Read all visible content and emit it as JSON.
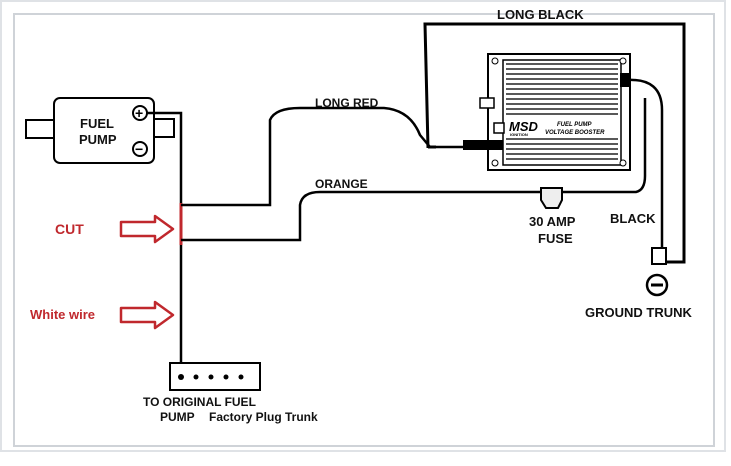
{
  "labels": {
    "long_black": "LONG BLACK",
    "long_red": "LONG RED",
    "orange": "ORANGE",
    "fuse_line1": "30 AMP",
    "fuse_line2": "FUSE",
    "black": "BLACK",
    "ground_trunk": "GROUND TRUNK",
    "fuel_pump_line1": "FUEL",
    "fuel_pump_line2": "PUMP",
    "cut": "CUT",
    "white_wire": "White wire",
    "plug_line1": "TO ORIGINAL FUEL",
    "plug_line2": "PUMP",
    "plug_line3": "Factory Plug  Trunk",
    "msd_brand": "MSD",
    "msd_sub": "IGNITION",
    "box_line1": "FUEL PUMP",
    "box_line2": "VOLTAGE BOOSTER",
    "plus_sign": "+",
    "minus_sign": "−"
  },
  "colors": {
    "wire": "#000000",
    "annotation_red": "#c0282d",
    "panel_border": "#cfd3d8",
    "box_fill": "#ffffff"
  },
  "icons": {
    "cut_arrow": "right-arrow-outline",
    "white_wire_arrow": "right-arrow-outline",
    "ground": "ground-minus-icon"
  }
}
